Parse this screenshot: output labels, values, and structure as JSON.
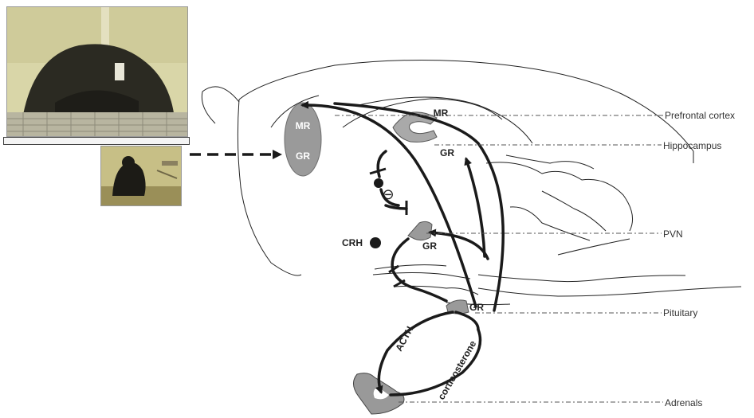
{
  "regions": {
    "prefrontal_cortex": "Prefrontal cortex",
    "hippocampus": "Hippocampus",
    "pvn": "PVN",
    "pituitary": "Pituitary",
    "adrenals": "Adrenals"
  },
  "receptors": {
    "cortex_mr": "MR",
    "cortex_gr": "GR",
    "hippocampus_mr": "MR",
    "hippocampus_gr": "GR",
    "pvn_gr": "GR",
    "pituitary_gr": "GR"
  },
  "hormones": {
    "crh": "CRH",
    "acth": "ACTH",
    "corticosterone": "corticosterone"
  },
  "inhibition_symbol": "⊖",
  "colors": {
    "receptor_fill": "#9a9a9a",
    "arrow": "#1a1a1a",
    "outline": "#222222",
    "guide": "#555555"
  }
}
